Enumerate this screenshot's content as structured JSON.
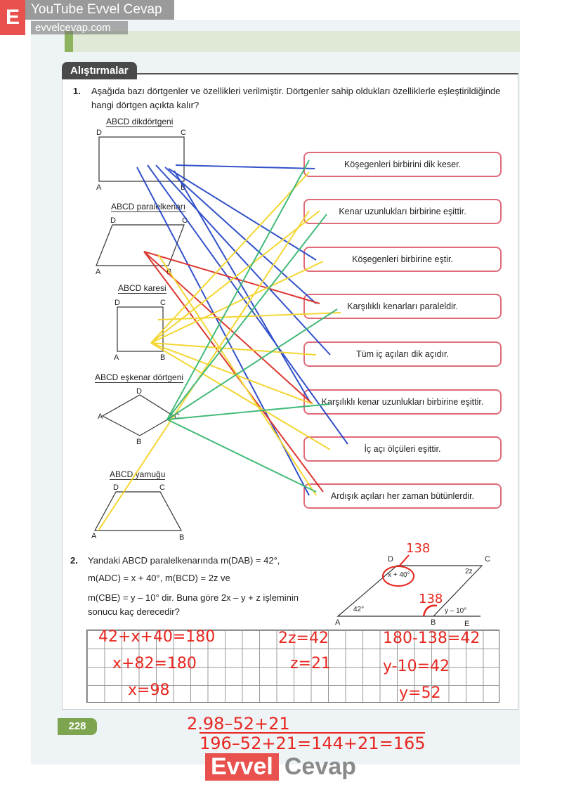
{
  "watermark": {
    "letter": "E",
    "title": "YouTube Evvel Cevap",
    "url": "evvelcevap.com",
    "bottom_a": "Evvel",
    "bottom_b": "Cevap"
  },
  "section": "Alıştırmalar",
  "q1": {
    "number": "1.",
    "text": "Aşağıda bazı dörtgenler ve özellikleri verilmiştir. Dörtgenler sahip oldukları özelliklerle eşleştirildiğinde hangi dörtgen açıkta kalır?",
    "shapes": [
      "ABCD dikdörtgeni",
      "ABCD paralelkenarı",
      "ABCD karesi",
      "ABCD eşkenar dörtgeni",
      "ABCD yamuğu"
    ],
    "properties": [
      "Köşegenleri birbirini dik keser.",
      "Kenar uzunlukları birbirine eşittir.",
      "Köşegenleri birbirine eştir.",
      "Karşılıklı kenarları paraleldir.",
      "Tüm iç açıları dik açıdır.",
      "Karşılıklı kenar uzunlukları birbirine eşittir.",
      "İç açı ölçüleri eşittir.",
      "Ardışık açıları her zaman bütünlerdir."
    ]
  },
  "q2": {
    "number": "2.",
    "lines": [
      "Yandaki ABCD paralelkenarında m(DAB) = 42°,",
      "m(ADC) = x + 40°, m(BCD) = 2z ve",
      "m(CBE) = y – 10° dir. Buna göre 2x – y + z işleminin",
      "sonucu kaç derecedir?"
    ],
    "fig": {
      "A": "A",
      "B": "B",
      "C": "C",
      "D": "D",
      "E": "E",
      "angA": "42°",
      "angD": "x + 40°",
      "angC": "2z",
      "angB": "y – 10°"
    }
  },
  "handwriting": {
    "d_note": "138",
    "b_note": "138",
    "c1": [
      "42+x+40=180",
      "x+82=180",
      "x=98"
    ],
    "c2": [
      "2z=42",
      "z=21"
    ],
    "c3": [
      "180-138=42",
      "y-10=42",
      "y=52"
    ],
    "final1": "2.98–52+21",
    "final2": "196–52+21=144+21=165"
  },
  "page_number": "228"
}
